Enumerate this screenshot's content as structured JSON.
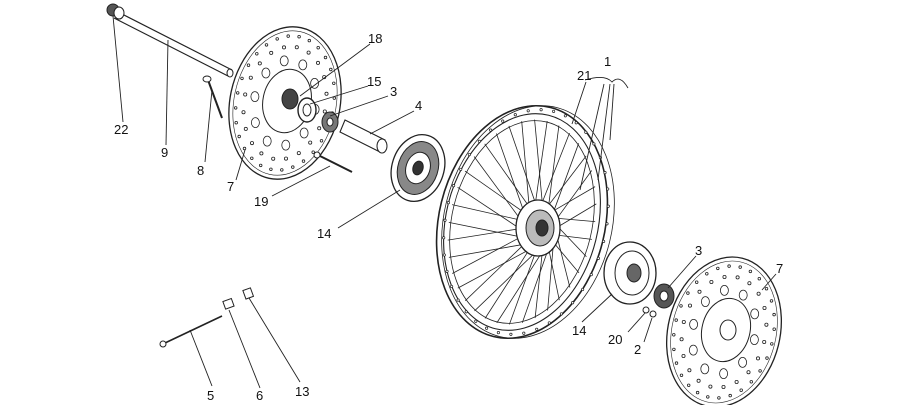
{
  "callouts": {
    "c1": "1",
    "c2": "2",
    "c3a": "3",
    "c3b": "3",
    "c4": "4",
    "c5": "5",
    "c6": "6",
    "c7a": "7",
    "c7b": "7",
    "c8": "8",
    "c9": "9",
    "c13": "13",
    "c14a": "14",
    "c14b": "14",
    "c15": "15",
    "c18": "18",
    "c19": "19",
    "c20": "20",
    "c21": "21",
    "c22": "22"
  },
  "colors": {
    "ink": "#222222",
    "paper": "#ffffff"
  }
}
